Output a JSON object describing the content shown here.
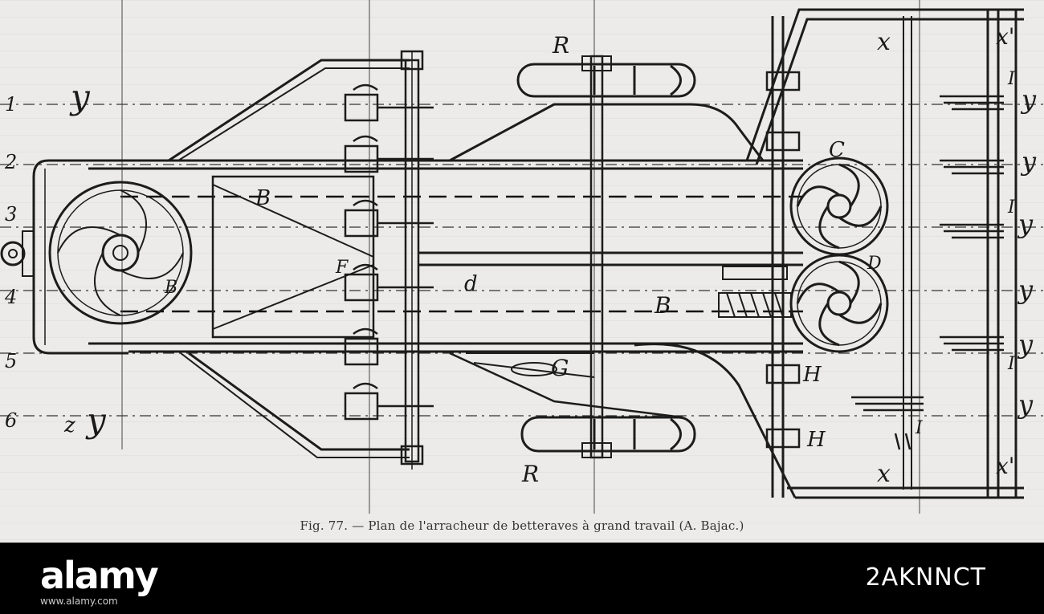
{
  "figure": {
    "caption": "Fig. 77. — Plan de l'arracheur de betteraves à grand travail (A. Bajac.)",
    "row_numbers": [
      "1",
      "2",
      "3",
      "4",
      "5",
      "6"
    ],
    "labels": {
      "R_top": "R",
      "R_bottom": "R",
      "B_left": "B",
      "B_mid": "B",
      "B_wheel": "B",
      "F": "F",
      "d": "d",
      "G": "G",
      "C": "C",
      "D": "D",
      "H1": "H",
      "H2": "H",
      "x_top": "x",
      "x_bottom": "x",
      "xprime_top": "x'",
      "xprime_bottom": "x'",
      "I1": "I",
      "I2": "I",
      "I3": "I",
      "I4": "I",
      "y_left1": "y",
      "y_left2": "y",
      "y_right1": "y",
      "y_right2": "y",
      "y_right3": "y",
      "y_right4": "y",
      "y_right5": "y",
      "y_right6": "y",
      "z": "z"
    }
  },
  "stock": {
    "logo": "alamy",
    "image_id": "2AKNNCT",
    "url": "www.alamy.com"
  }
}
